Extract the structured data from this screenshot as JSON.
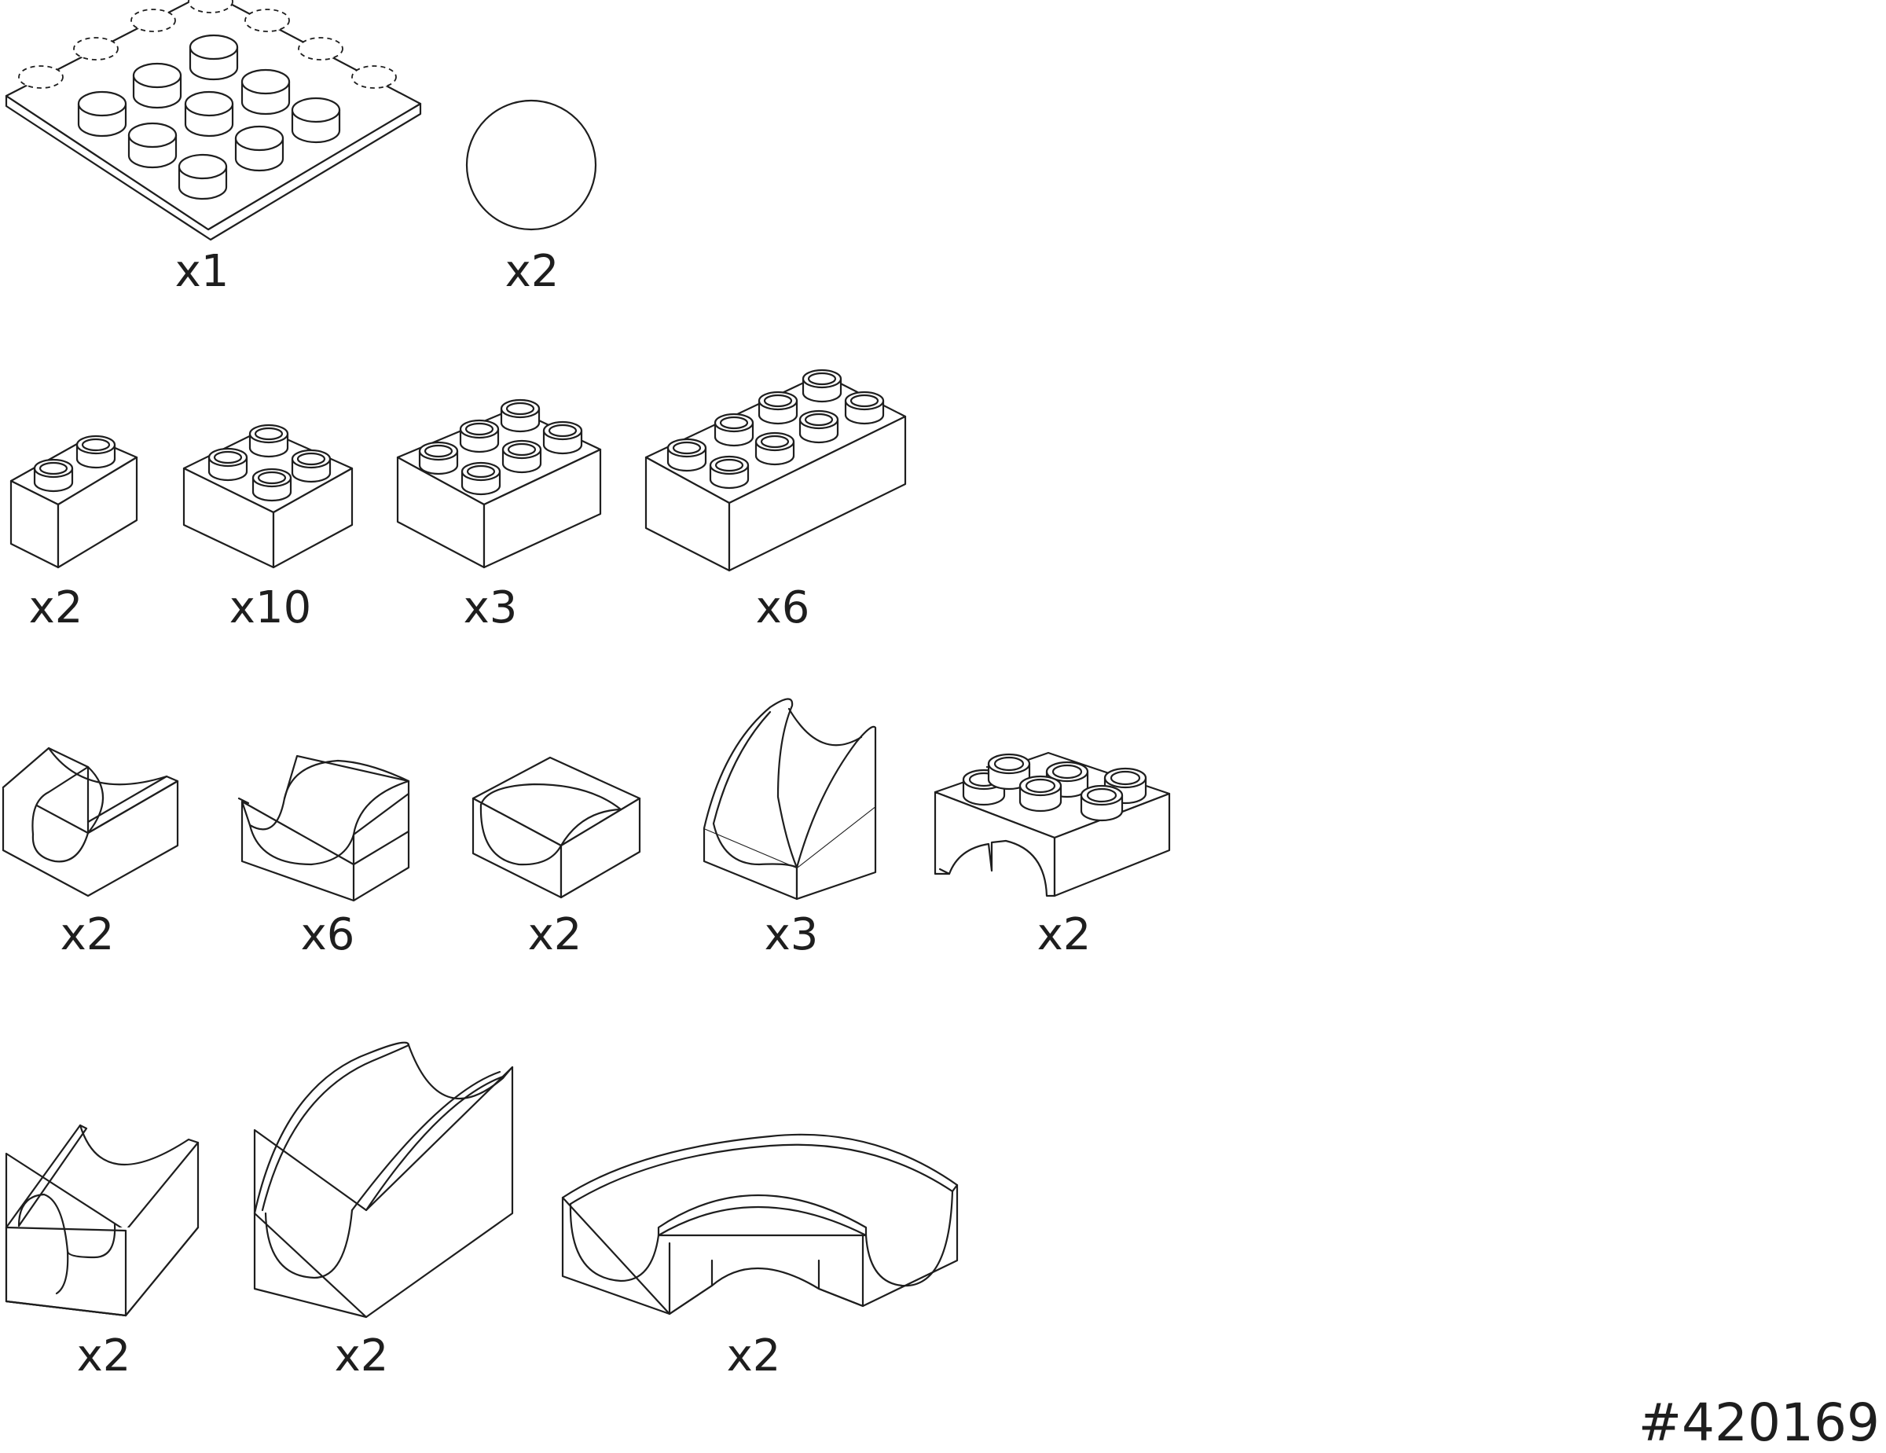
{
  "page": {
    "background": "#ffffff",
    "line_color": "#1e1e1e",
    "set_number": "#420169"
  },
  "parts": [
    {
      "id": "baseplate-4x4",
      "icon": "baseplate-4x4-icon",
      "quantity": "x1"
    },
    {
      "id": "ball",
      "icon": "ball-icon",
      "quantity": "x2"
    },
    {
      "id": "brick-1x2",
      "icon": "brick-1x2-icon",
      "quantity": "x2"
    },
    {
      "id": "brick-2x2",
      "icon": "brick-2x2-icon",
      "quantity": "x10"
    },
    {
      "id": "brick-2x3",
      "icon": "brick-2x3-icon",
      "quantity": "x3"
    },
    {
      "id": "brick-2x4",
      "icon": "brick-2x4-icon",
      "quantity": "x6"
    },
    {
      "id": "chute-straight-short",
      "icon": "chute-straight-short-icon",
      "quantity": "x2"
    },
    {
      "id": "chute-curve",
      "icon": "chute-curve-icon",
      "quantity": "x6"
    },
    {
      "id": "chute-end",
      "icon": "chute-end-icon",
      "quantity": "x2"
    },
    {
      "id": "chute-tall",
      "icon": "chute-tall-icon",
      "quantity": "x3"
    },
    {
      "id": "arch-brick-2x4",
      "icon": "arch-brick-icon",
      "quantity": "x2"
    },
    {
      "id": "chute-straight-long",
      "icon": "chute-straight-long-icon",
      "quantity": "x2"
    },
    {
      "id": "ramp-chute",
      "icon": "ramp-chute-icon",
      "quantity": "x2"
    },
    {
      "id": "curved-chute-large",
      "icon": "curved-chute-large-icon",
      "quantity": "x2"
    }
  ]
}
